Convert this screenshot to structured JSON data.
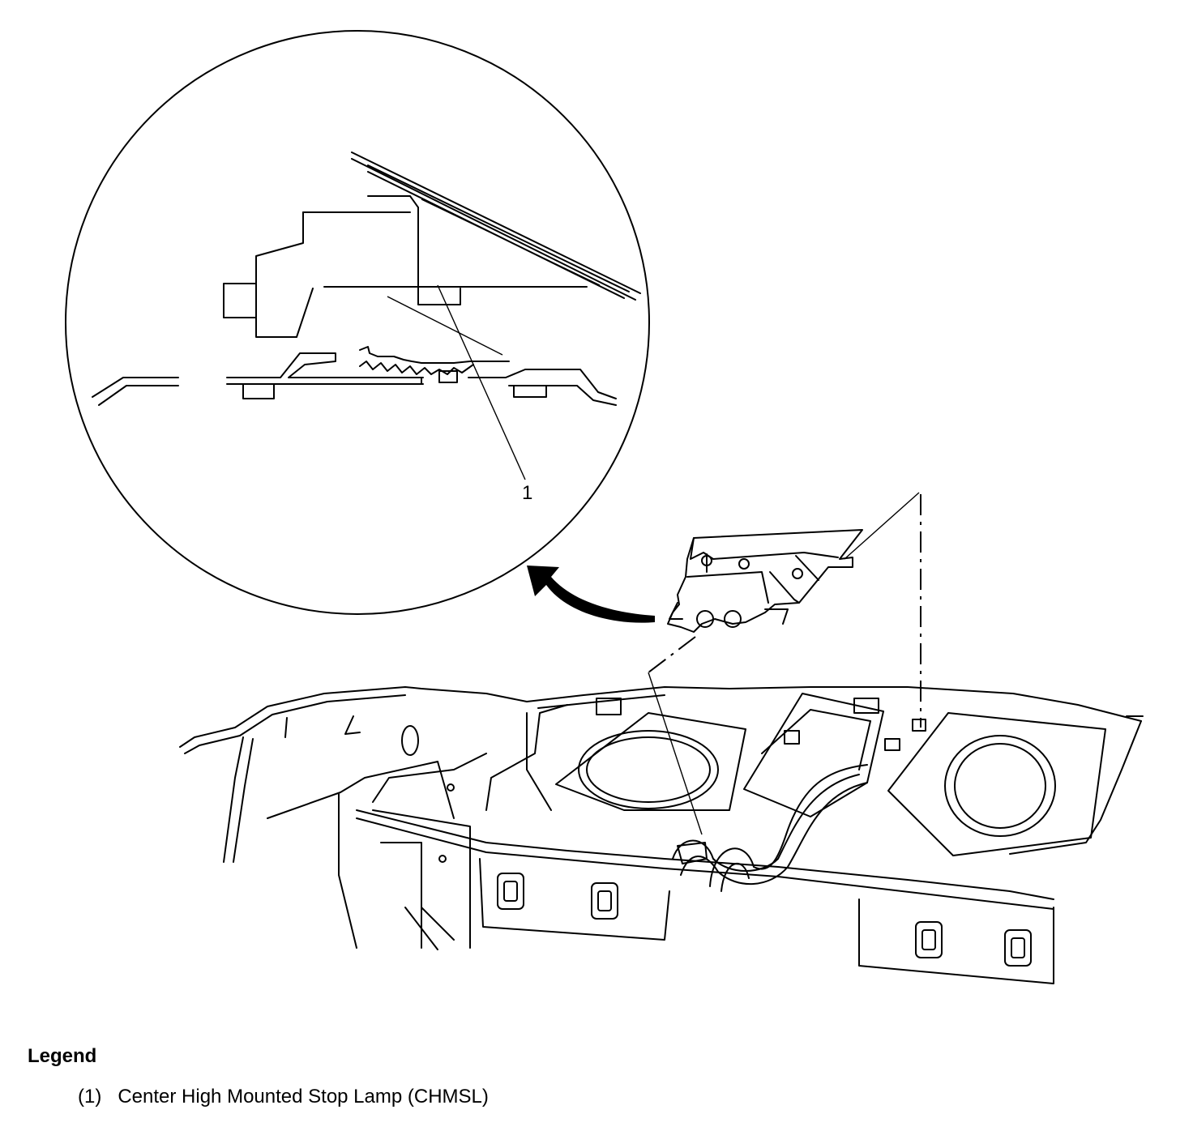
{
  "diagram": {
    "callout_number": "1",
    "icons": {
      "detail_view": "chmsl-detail-cross-section",
      "vehicle_view": "rear-shelf-panel-assembly",
      "arrow": "curved-detail-arrow"
    }
  },
  "legend": {
    "title": "Legend",
    "items": [
      {
        "number": "(1)",
        "text": "Center High Mounted Stop Lamp (CHMSL)"
      }
    ]
  }
}
